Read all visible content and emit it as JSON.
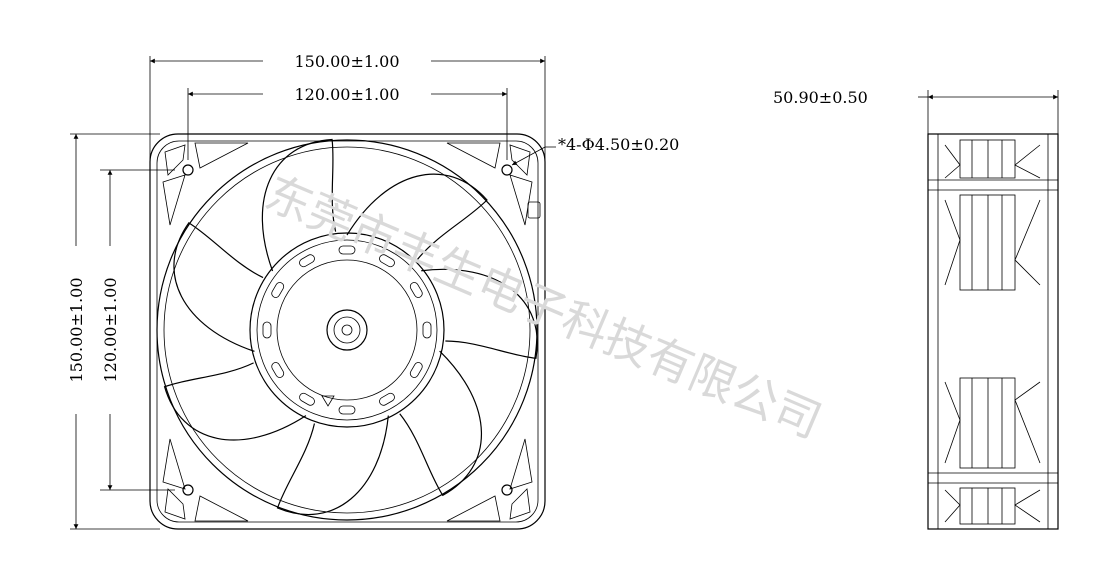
{
  "front_view": {
    "overall_width": "150.00±1.00",
    "hole_spacing_width": "120.00±1.00",
    "overall_height": "150.00±1.00",
    "hole_spacing_height": "120.00±1.00",
    "mounting_hole": "*4-Φ4.50±0.20"
  },
  "side_view": {
    "depth": "50.90±0.50"
  },
  "watermark": "东莞市丰生电子科技有限公司",
  "colors": {
    "line": "#000000",
    "watermark": "#d9d9d9",
    "background": "#ffffff"
  }
}
